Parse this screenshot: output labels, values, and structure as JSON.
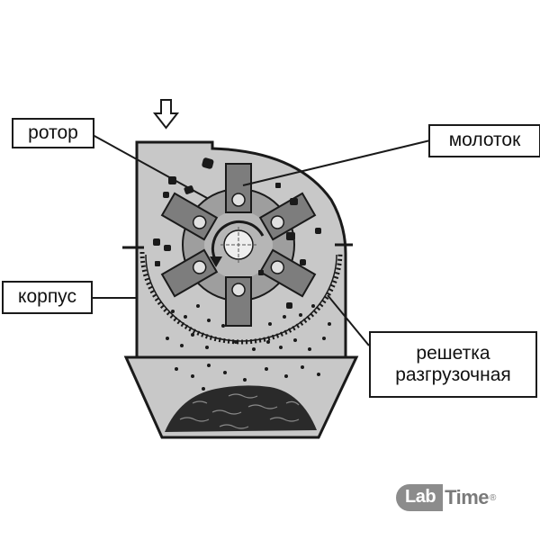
{
  "labels": {
    "rotor": "ротор",
    "hammer": "молоток",
    "body": "корпус",
    "screen_line1": "решетка",
    "screen_line2": "разгрузочная"
  },
  "logo": {
    "lab": "Lab",
    "time": "Time",
    "reg": "®"
  },
  "colors": {
    "housing": "#c8c8c8",
    "rotor_disc": "#9e9e9e",
    "hammer": "#7d7d7d",
    "outline": "#1a1a1a"
  },
  "icons": {
    "feed": "down-arrow-outline-icon",
    "rotation": "curved-rotation-arrow-icon"
  }
}
